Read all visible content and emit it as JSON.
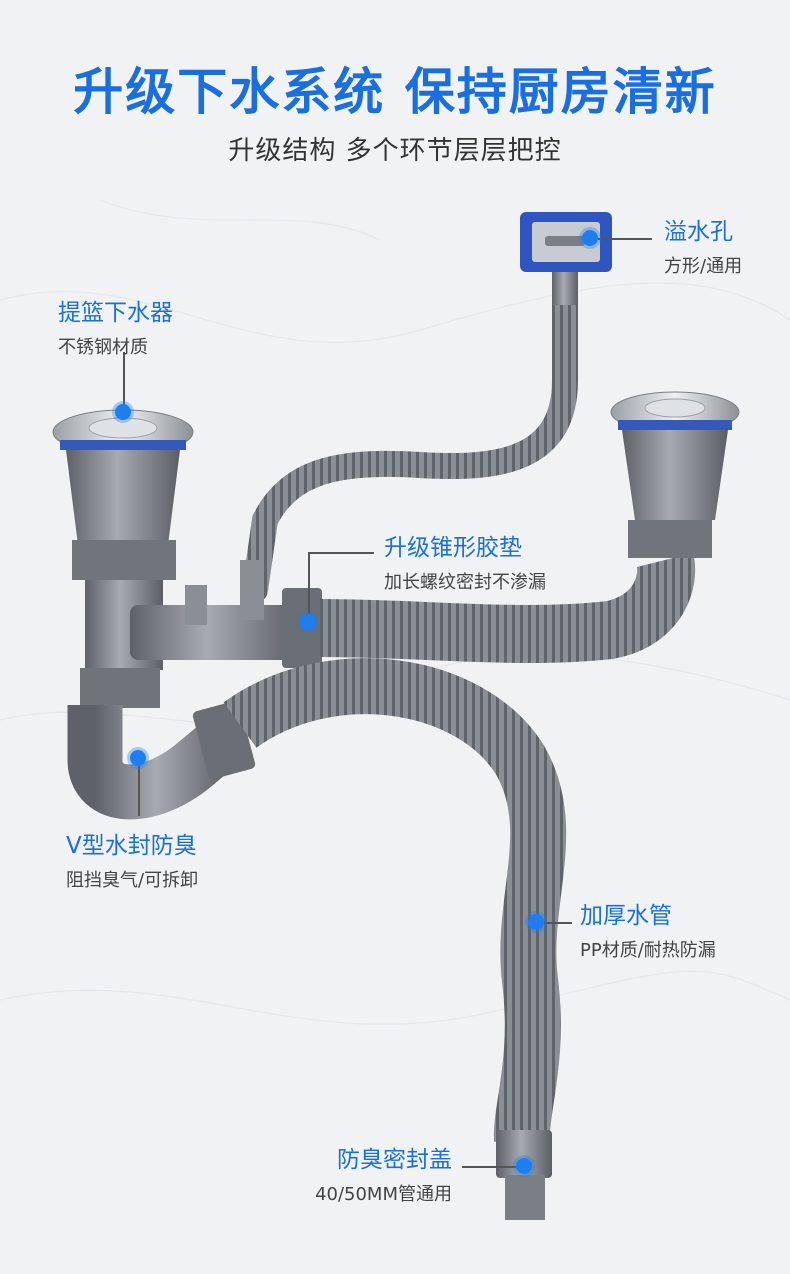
{
  "header": {
    "title": "升级下水系统 保持厨房清新",
    "subtitle": "升级结构 多个环节层层把控"
  },
  "callouts": {
    "overflow": {
      "title": "溢水孔",
      "desc": "方形/通用"
    },
    "basket": {
      "title": "提篮下水器",
      "desc": "不锈钢材质"
    },
    "gasket": {
      "title": "升级锥形胶垫",
      "desc": "加长螺纹密封不渗漏"
    },
    "vtrap": {
      "title": "V型水封防臭",
      "desc": "阻挡臭气/可拆卸"
    },
    "hose": {
      "title": "加厚水管",
      "desc": "PP材质/耐热防漏"
    },
    "cap": {
      "title": "防臭密封盖",
      "desc": "40/50MM管通用"
    }
  },
  "colors": {
    "accent": "#1a6fe0",
    "pipe": "#7d8188",
    "background": "#f1f2f4"
  }
}
